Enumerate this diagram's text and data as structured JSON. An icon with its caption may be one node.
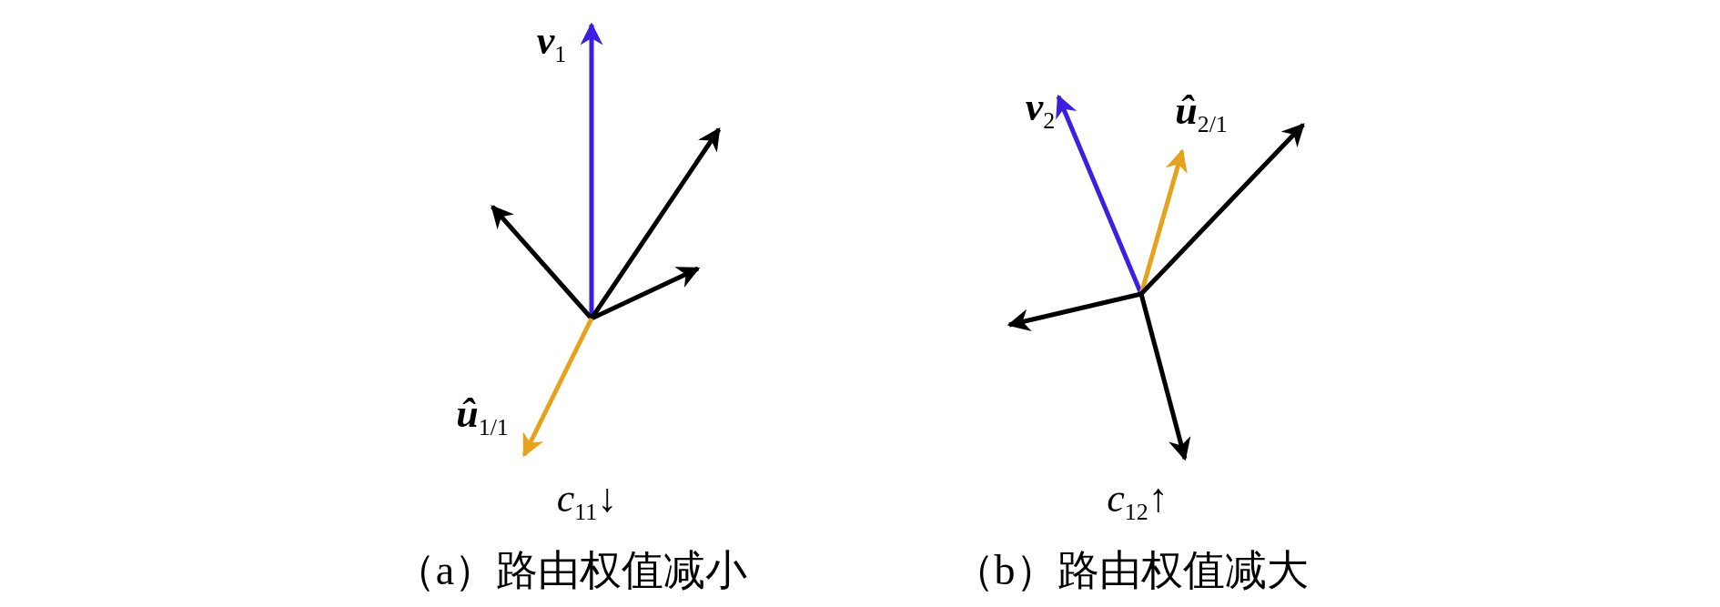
{
  "diagram": {
    "labels": [
      "**v**$_{1}$",
      "**û**$_{1/1}$",
      "*c*$_{11}$↓",
      "（a）路由权值减小",
      "**v**$_{2}$",
      "**û**$_{2/1}$",
      "*c*$_{12}$↑",
      "（b）路由权值减大"
    ]
  }
}
